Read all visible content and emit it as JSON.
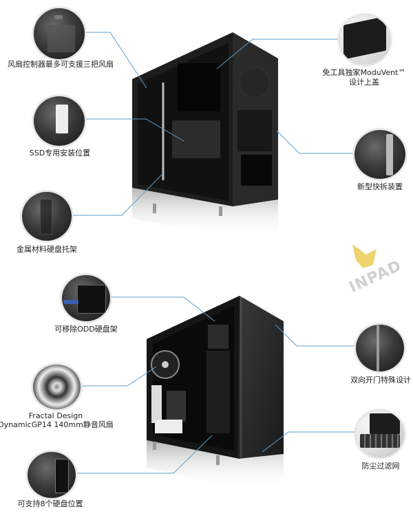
{
  "top_features": [
    {
      "id": "fan-controller",
      "label": "风扇控制器最多可支援三把风扇"
    },
    {
      "id": "ssd-mount",
      "label": "SSD专用安装位置"
    },
    {
      "id": "hdd-tray",
      "label": "金属材料硬盘托架"
    },
    {
      "id": "moduvent",
      "label_line1": "免工具独家ModuVent™",
      "label_line2": "设计上盖"
    },
    {
      "id": "quick-release",
      "label": "新型快拆装置"
    }
  ],
  "bottom_features": [
    {
      "id": "odd-cage",
      "label": "可移除ODD硬盘架"
    },
    {
      "id": "fan",
      "label_line1": "Fractal Design",
      "label_line2": "DynamicGP14 140mm静音风扇"
    },
    {
      "id": "hdd-bays",
      "label": "可支持8个硬盘位置"
    },
    {
      "id": "door",
      "label": "双向开门特殊设计"
    },
    {
      "id": "dust-filter",
      "label": "防尘过滤网"
    }
  ],
  "watermark": "INPAD",
  "colors": {
    "callout_line": "#5b9fd0",
    "case": "#1c1c1c",
    "watermark_logo": "#e8c94a"
  }
}
